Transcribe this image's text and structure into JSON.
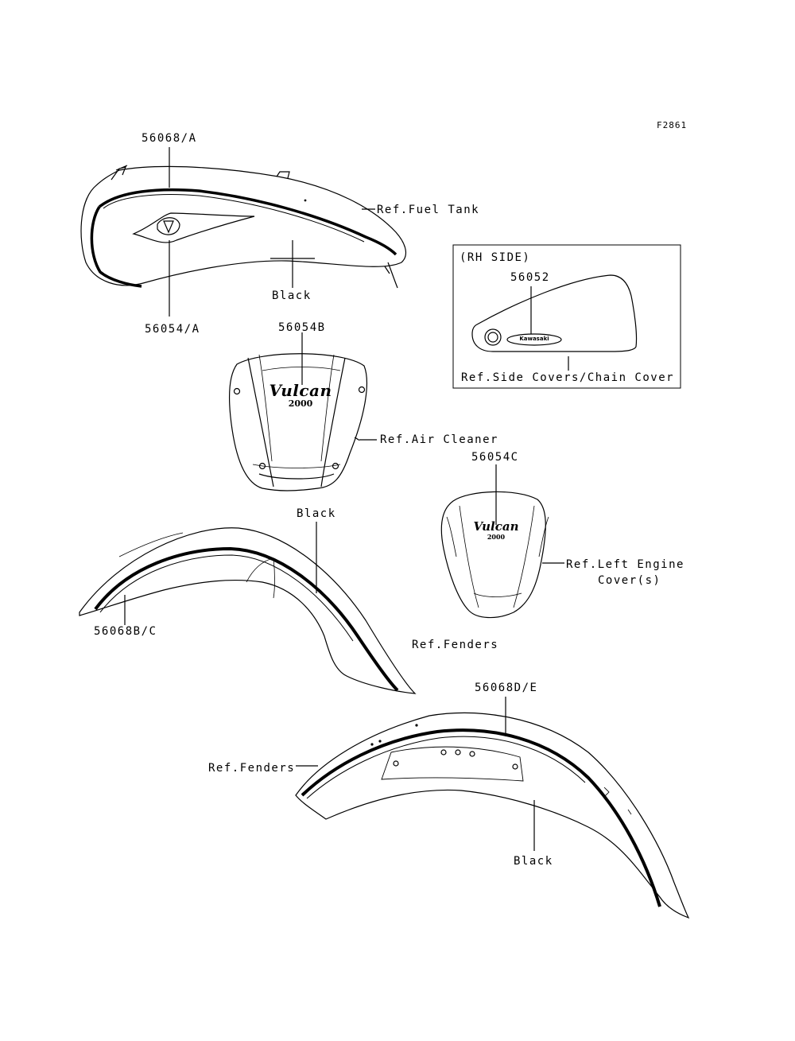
{
  "figure_code": "F2861",
  "labels": {
    "fuel_tank_stripe": "56068/A",
    "fuel_tank_ref": "Ref.Fuel Tank",
    "fuel_tank_black": "Black",
    "fuel_tank_emblem": "56054/A",
    "air_cleaner_emblem": "56054B",
    "air_cleaner_ref": "Ref.Air Cleaner",
    "rh_side_title": "(RH SIDE)",
    "side_cover_decal": "56052",
    "side_cover_ref": "Ref.Side Covers/Chain Cover",
    "engine_cover_emblem": "56054C",
    "engine_cover_ref_1": "Ref.Left Engine",
    "engine_cover_ref_2": "Cover(s)",
    "front_fender_black": "Black",
    "front_fender_stripe": "56068B/C",
    "front_fender_ref": "Ref.Fenders",
    "rear_fender_stripe": "56068D/E",
    "rear_fender_ref": "Ref.Fenders",
    "rear_fender_black": "Black"
  },
  "badges": {
    "vulcan_script": "Vulcan",
    "vulcan_number": "2000",
    "kawasaki": "Kawasaki"
  }
}
